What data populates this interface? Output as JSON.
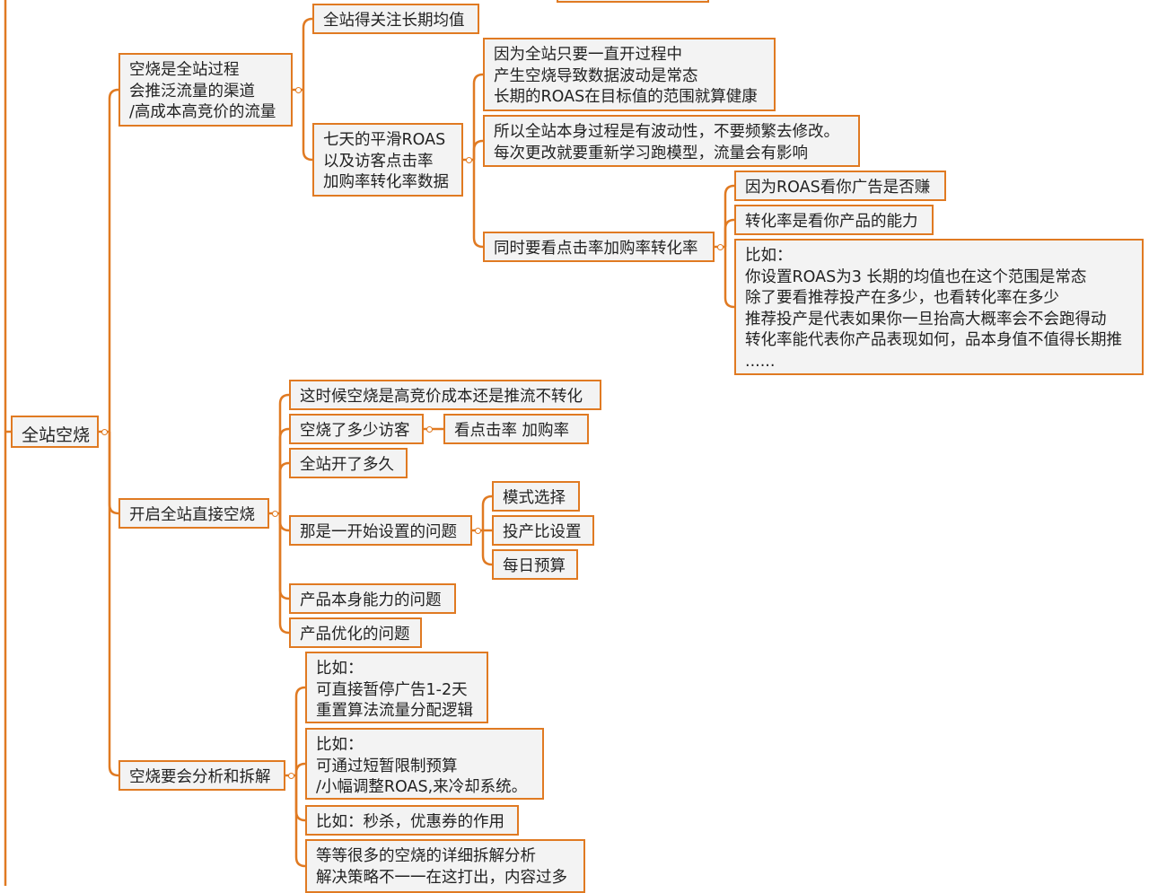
{
  "colors": {
    "accent": "#e07a22",
    "node_bg": "#f3f3f3",
    "text": "#222222"
  },
  "nodes": {
    "root": {
      "lines": [
        "全站空烧"
      ]
    },
    "b1": {
      "lines": [
        "空烧是全站过程",
        "会推泛流量的渠道",
        "/高成本高竞价的流量"
      ]
    },
    "b1_1": {
      "lines": [
        "全站得关注长期均值"
      ]
    },
    "b1_2": {
      "lines": [
        "七天的平滑ROAS",
        "以及访客点击率",
        "加购率转化率数据"
      ]
    },
    "b1_2_1": {
      "lines": [
        "因为全站只要一直开过程中",
        "产生空烧导致数据波动是常态",
        "长期的ROAS在目标值的范围就算健康"
      ]
    },
    "b1_2_2": {
      "lines": [
        "所以全站本身过程是有波动性，不要频繁去修改。",
        "每次更改就要重新学习跑模型，流量会有影响"
      ]
    },
    "b1_2_3": {
      "lines": [
        "同时要看点击率加购率转化率"
      ]
    },
    "b1_2_3_1": {
      "lines": [
        "因为ROAS看你广告是否赚"
      ]
    },
    "b1_2_3_2": {
      "lines": [
        "转化率是看你产品的能力"
      ]
    },
    "b1_2_3_3": {
      "lines": [
        "比如：",
        "你设置ROAS为3 长期的均值也在这个范围是常态",
        "除了要看推荐投产在多少，也看转化率在多少",
        "推荐投产是代表如果你一旦抬高大概率会不会跑得动",
        "转化率能代表你产品表现如何，品本身值不值得长期推",
        "......"
      ]
    },
    "b2": {
      "lines": [
        "开启全站直接空烧"
      ]
    },
    "b2_1": {
      "lines": [
        "这时候空烧是高竞价成本还是推流不转化"
      ]
    },
    "b2_2": {
      "lines": [
        "空烧了多少访客"
      ]
    },
    "b2_2_1": {
      "lines": [
        "看点击率 加购率"
      ]
    },
    "b2_3": {
      "lines": [
        "全站开了多久"
      ]
    },
    "b2_4": {
      "lines": [
        "那是一开始设置的问题"
      ]
    },
    "b2_4_1": {
      "lines": [
        "模式选择"
      ]
    },
    "b2_4_2": {
      "lines": [
        "投产比设置"
      ]
    },
    "b2_4_3": {
      "lines": [
        "每日预算"
      ]
    },
    "b2_5": {
      "lines": [
        "产品本身能力的问题"
      ]
    },
    "b2_6": {
      "lines": [
        "产品优化的问题"
      ]
    },
    "b3": {
      "lines": [
        "空烧要会分析和拆解"
      ]
    },
    "b3_1": {
      "lines": [
        "比如：",
        "可直接暂停广告1-2天",
        "重置算法流量分配逻辑"
      ]
    },
    "b3_2": {
      "lines": [
        "比如：",
        "可通过短暂限制预算",
        "/小幅调整ROAS,来冷却系统。"
      ]
    },
    "b3_3": {
      "lines": [
        "比如：秒杀，优惠券的作用"
      ]
    },
    "b3_4": {
      "lines": [
        "等等很多的空烧的详细拆解分析",
        "解决策略不一一在这打出，内容过多"
      ]
    }
  }
}
